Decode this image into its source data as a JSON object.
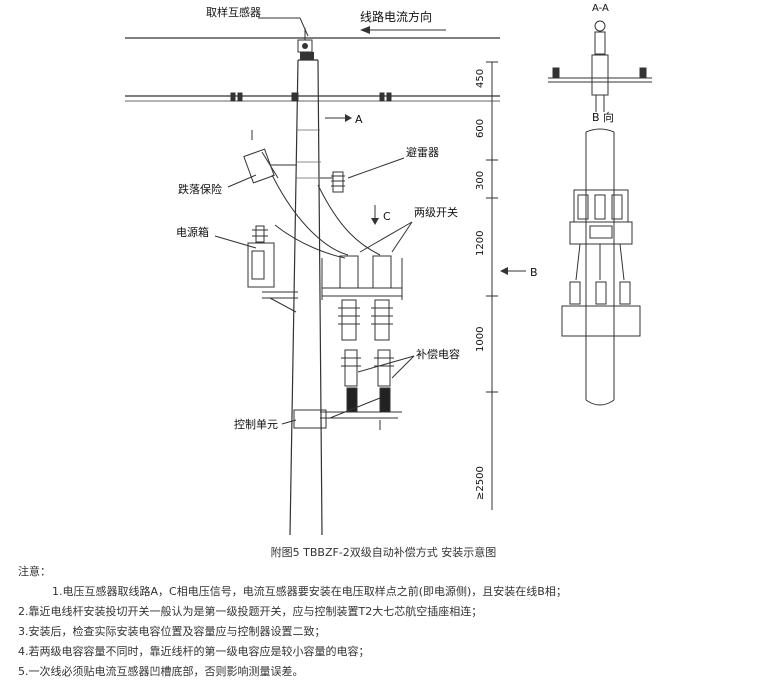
{
  "diagram": {
    "labels": {
      "sampling_ct": "取样互感器",
      "current_direction": "线路电流方向",
      "arrow_a": "A",
      "arrow_c": "C",
      "arrow_b": "B",
      "lightning_arrester": "避雷器",
      "drop_out_fuse": "跌落保险",
      "two_stage_switch": "两级开关",
      "power_box": "电源箱",
      "compensation_capacitor": "补偿电容",
      "control_unit": "控制单元",
      "view_aa": "A-A",
      "view_b": "B 向"
    },
    "dimensions": [
      "450",
      "600",
      "300",
      "1200",
      "1000",
      "≥2500"
    ]
  },
  "caption": "附图5 TBBZF-2双级自动补偿方式 安装示意图",
  "notes": {
    "title": "注意：",
    "items": [
      "1.电压互感器取线路A，C相电压信号，电流互感器要安装在电压取样点之前(即电源侧)，且安装在线B相；",
      "2.靠近电线杆安装投切开关一般认为是第一级投题开关，应与控制装置T2大七芯航空插座相连；",
      "3.安装后，检查实际安装电容位置及容量应与控制器设置二致；",
      "4.若两级电容容量不同时，靠近线杆的第一级电容应是较小容量的电容；",
      "5.一次线必须贴电流互感器凹槽底部，否则影响测量误差。"
    ]
  }
}
